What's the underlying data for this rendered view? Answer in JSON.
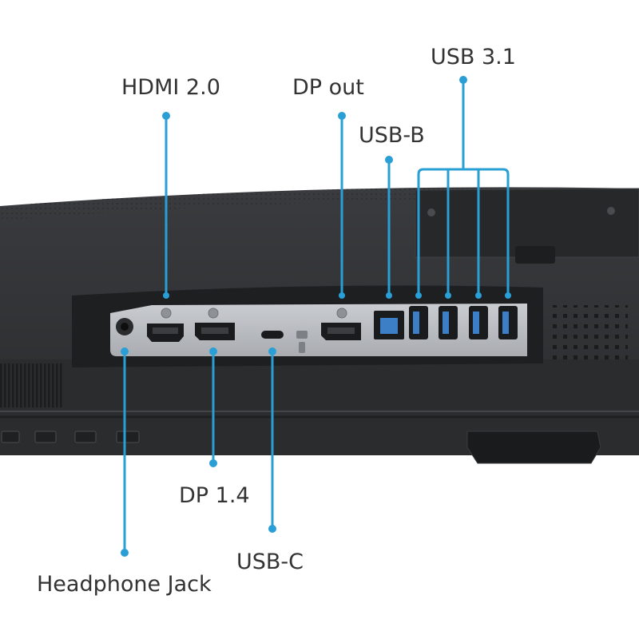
{
  "labels": {
    "hdmi": "HDMI 2.0",
    "dp_out": "DP out",
    "usb_b": "USB-B",
    "usb31": "USB 3.1",
    "dp14": "DP 1.4",
    "usb_c": "USB-C",
    "headphone": "Headphone Jack"
  },
  "colors": {
    "callout": "#2a9fd6",
    "monitor_body": "#2e2f31",
    "port_panel": "#b9bcc0",
    "usb_blue": "#3d7fc7"
  }
}
